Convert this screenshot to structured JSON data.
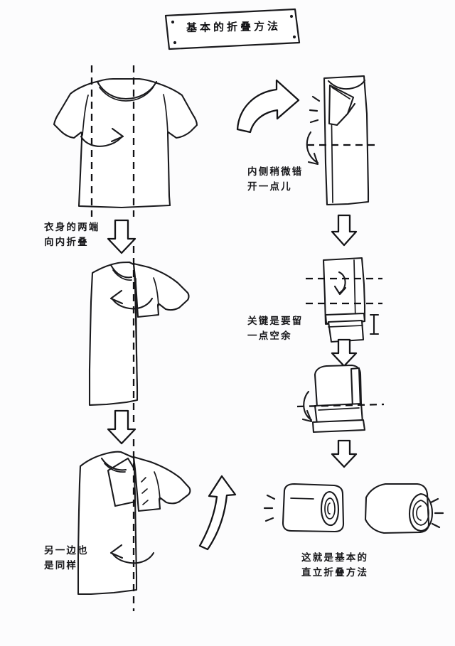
{
  "doc": {
    "title": "基本的折叠方法",
    "background_color": "#fcfcfd",
    "ink_color": "#1a1a1d"
  },
  "captions": {
    "step1": "衣身的两端\n向内折叠",
    "step2": "另一边也\n是同样",
    "step3": "内侧稍微错\n开一点儿",
    "step4": "关键是要留\n一点空余",
    "step5": "这就是基本的\n直立折叠方法"
  },
  "steps": [
    {
      "id": "tshirt-flat",
      "label": "T-shirt laid flat with two vertical dashed fold lines"
    },
    {
      "id": "tshirt-folded-one-side",
      "label": "T-shirt with right side folded inward"
    },
    {
      "id": "tshirt-folded-both-sides",
      "label": "T-shirt with both sides folded inward"
    },
    {
      "id": "narrow-bundle",
      "label": "Narrow folded bundle with horizontal dashed fold line"
    },
    {
      "id": "bundle-two-lines",
      "label": "Bundle with two horizontal dashed fold lines and slack gap"
    },
    {
      "id": "bundle-folded-over",
      "label": "Bundle folded over with dashed roll line"
    },
    {
      "id": "roll-front",
      "label": "Finished roll seen from the front"
    },
    {
      "id": "roll-side",
      "label": "Finished roll seen from the side"
    }
  ],
  "arrows": [
    {
      "id": "down-arrow-1",
      "direction": "down"
    },
    {
      "id": "down-arrow-2",
      "direction": "down"
    },
    {
      "id": "curve-arrow-right",
      "direction": "right"
    },
    {
      "id": "down-arrow-3",
      "direction": "down"
    },
    {
      "id": "down-arrow-4",
      "direction": "down"
    },
    {
      "id": "down-arrow-5",
      "direction": "down"
    },
    {
      "id": "curve-arrow-up",
      "direction": "up"
    }
  ]
}
